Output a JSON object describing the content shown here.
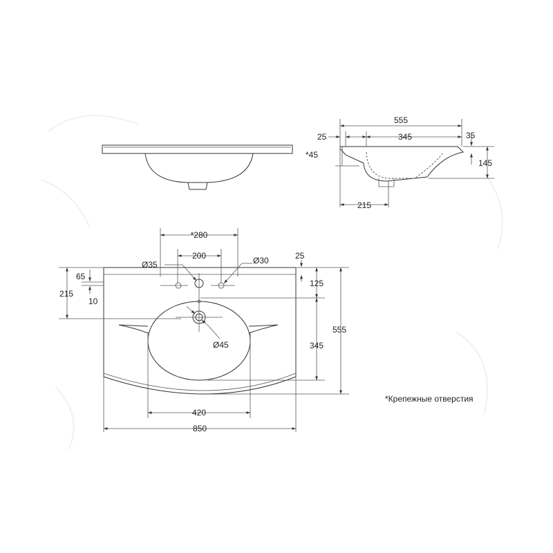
{
  "top_view": {
    "label_555": "555",
    "label_25": "25",
    "label_345": "345",
    "label_35": "35",
    "label_45": "*45",
    "label_145": "145",
    "label_215": "215"
  },
  "plan_view": {
    "label_280": "*280",
    "label_200": "200",
    "label_d35": "Ø35",
    "label_d30": "Ø30",
    "label_25": "25",
    "label_65": "65",
    "label_215": "215",
    "label_10": "10",
    "label_125": "125",
    "label_555": "555",
    "label_345": "345",
    "label_d45": "Ø45",
    "label_420": "420",
    "label_850": "850"
  },
  "note": "*Крепежные отверстия"
}
